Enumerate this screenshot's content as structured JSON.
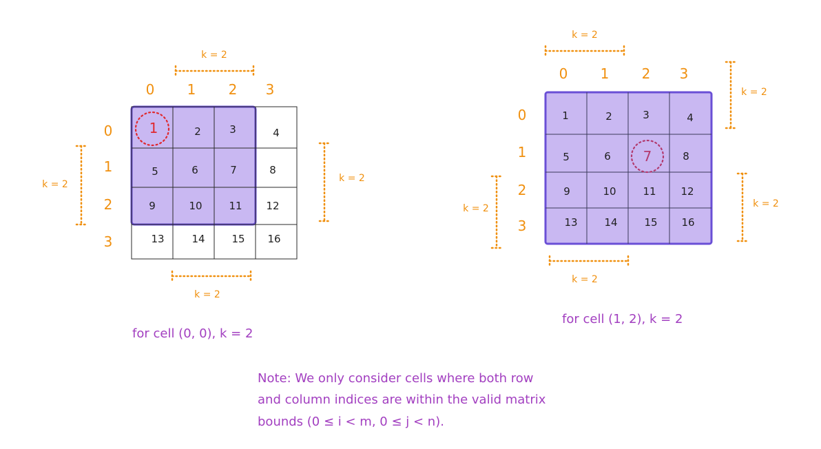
{
  "panels": [
    {
      "col_indices": [
        "0",
        "1",
        "2",
        "3"
      ],
      "row_indices": [
        "0",
        "1",
        "2",
        "3"
      ],
      "cells": [
        "1",
        "2",
        "3",
        "4",
        "5",
        "6",
        "7",
        "8",
        "9",
        "10",
        "11",
        "12",
        "13",
        "14",
        "15",
        "16"
      ],
      "center_cell_value": "1",
      "k_labels": [
        "k = 2",
        "k = 2",
        "k = 2",
        "k = 2"
      ],
      "caption": "for cell (0, 0), k = 2"
    },
    {
      "col_indices": [
        "0",
        "1",
        "2",
        "3"
      ],
      "row_indices": [
        "0",
        "1",
        "2",
        "3"
      ],
      "cells": [
        "1",
        "2",
        "3",
        "4",
        "5",
        "6",
        "7",
        "8",
        "9",
        "10",
        "11",
        "12",
        "13",
        "14",
        "15",
        "16"
      ],
      "center_cell_value": "7",
      "k_labels": [
        "k = 2",
        "k = 2",
        "k = 2",
        "k = 2",
        "k = 2"
      ],
      "caption": "for cell (1, 2), k = 2"
    }
  ],
  "note": {
    "lines": [
      "Note: We only consider cells where both row",
      "and column indices are within the valid matrix",
      "bounds (0 ≤ i < m, 0 ≤ j < n)."
    ]
  },
  "colors": {
    "index_orange": "#f0900f",
    "highlight_purple_fill": "#c9b8f2",
    "highlight_purple_stroke": "#6a4fd6",
    "circle_red": "#e0282d",
    "circle_crimson": "#b23a6e",
    "text_purple": "#a23fc0"
  }
}
